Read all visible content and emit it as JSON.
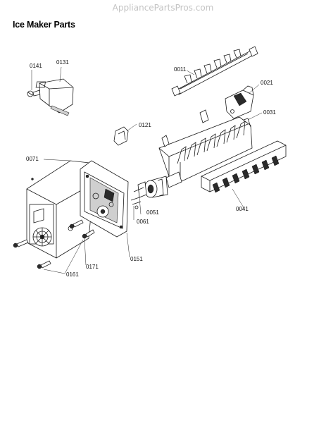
{
  "watermark": "AppliancePartsPros.com",
  "title": "Ice Maker Parts",
  "callouts": {
    "p0011": "0011",
    "p0021": "0021",
    "p0031": "0031",
    "p0041": "0041",
    "p0051": "0051",
    "p0061": "0061",
    "p0071": "0071",
    "p0121": "0121",
    "p0131": "0131",
    "p0141": "0141",
    "p0151": "0151",
    "p0161": "0161",
    "p0171": "0171"
  }
}
